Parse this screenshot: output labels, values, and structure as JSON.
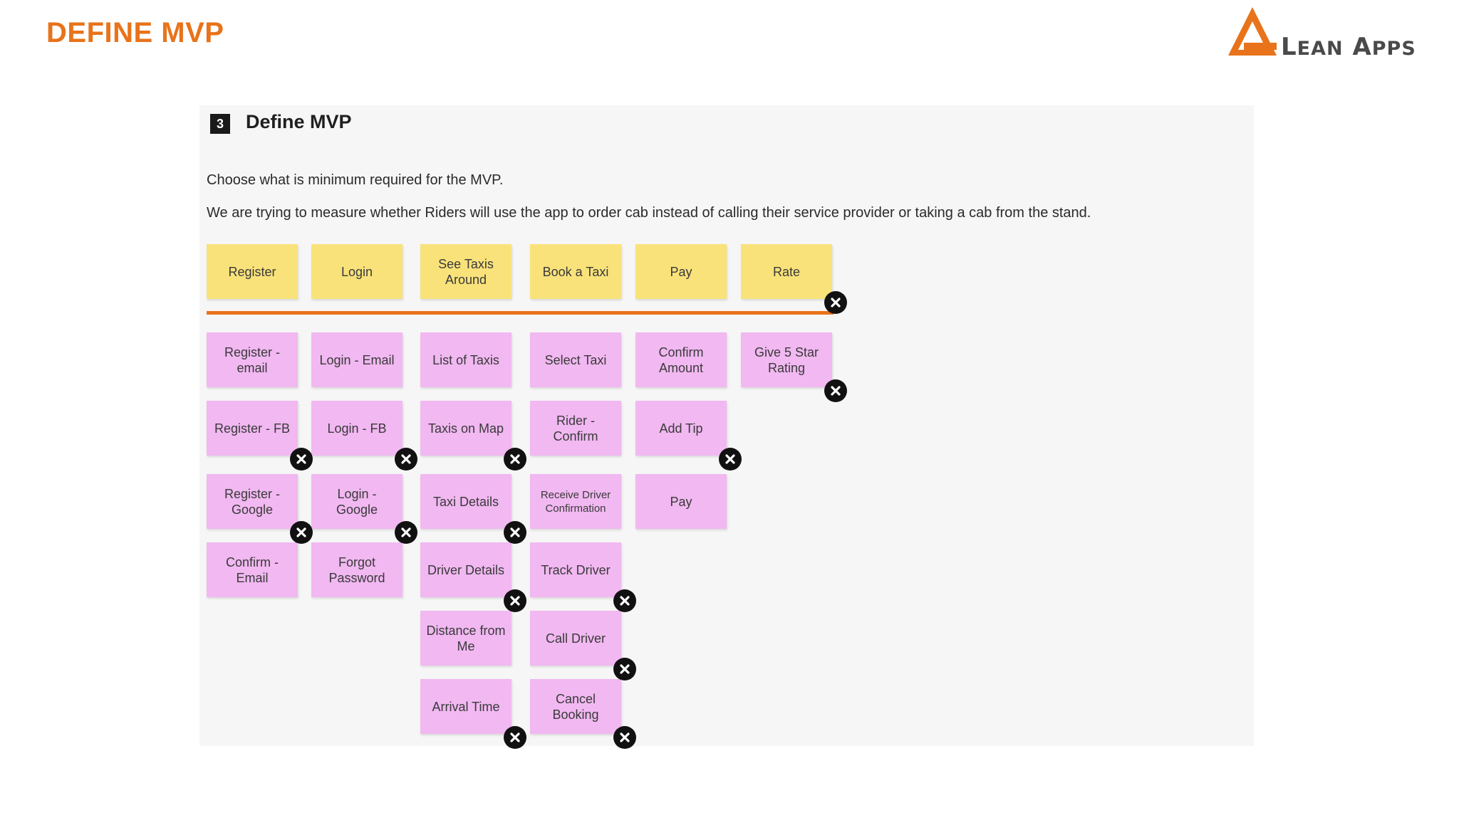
{
  "slide_title": "DEFINE MVP",
  "logo": {
    "text": "Lean Apps",
    "accent_color": "#e8731a"
  },
  "panel": {
    "step_number": "3",
    "title": "Define MVP",
    "line1": "Choose what is minimum required for the MVP.",
    "line2": "We are trying to measure whether Riders will use the app to order cab instead of calling their service provider or taking a cab from the stand."
  },
  "stages": [
    {
      "label": "Register",
      "removed": false
    },
    {
      "label": "Login",
      "removed": false
    },
    {
      "label": "See Taxis Around",
      "removed": false
    },
    {
      "label": "Book a Taxi",
      "removed": false
    },
    {
      "label": "Pay",
      "removed": false
    },
    {
      "label": "Rate",
      "removed": true
    }
  ],
  "columns": [
    [
      {
        "label": "Register - email",
        "removed": false
      },
      {
        "label": "Register - FB",
        "removed": true
      },
      {
        "label": "Register -Google",
        "removed": true
      },
      {
        "label": "Confirm - Email",
        "removed": false
      }
    ],
    [
      {
        "label": "Login - Email",
        "removed": false
      },
      {
        "label": "Login - FB",
        "removed": true
      },
      {
        "label": "Login - Google",
        "removed": true
      },
      {
        "label": "Forgot Password",
        "removed": false
      }
    ],
    [
      {
        "label": "List of Taxis",
        "removed": false
      },
      {
        "label": "Taxis on Map",
        "removed": true
      },
      {
        "label": "Taxi Details",
        "removed": true
      },
      {
        "label": "Driver Details",
        "removed": true
      },
      {
        "label": "Distance from Me",
        "removed": false
      },
      {
        "label": "Arrival Time",
        "removed": true
      }
    ],
    [
      {
        "label": "Select Taxi",
        "removed": false
      },
      {
        "label": "Rider - Confirm",
        "removed": false
      },
      {
        "label": "Receive Driver Confirmation",
        "removed": false,
        "small": true
      },
      {
        "label": "Track Driver",
        "removed": true
      },
      {
        "label": "Call Driver",
        "removed": true
      },
      {
        "label": "Cancel Booking",
        "removed": true
      }
    ],
    [
      {
        "label": "Confirm Amount",
        "removed": false
      },
      {
        "label": "Add Tip",
        "removed": true
      },
      {
        "label": "Pay",
        "removed": false
      }
    ],
    [
      {
        "label": "Give 5 Star Rating",
        "removed": true
      }
    ]
  ]
}
